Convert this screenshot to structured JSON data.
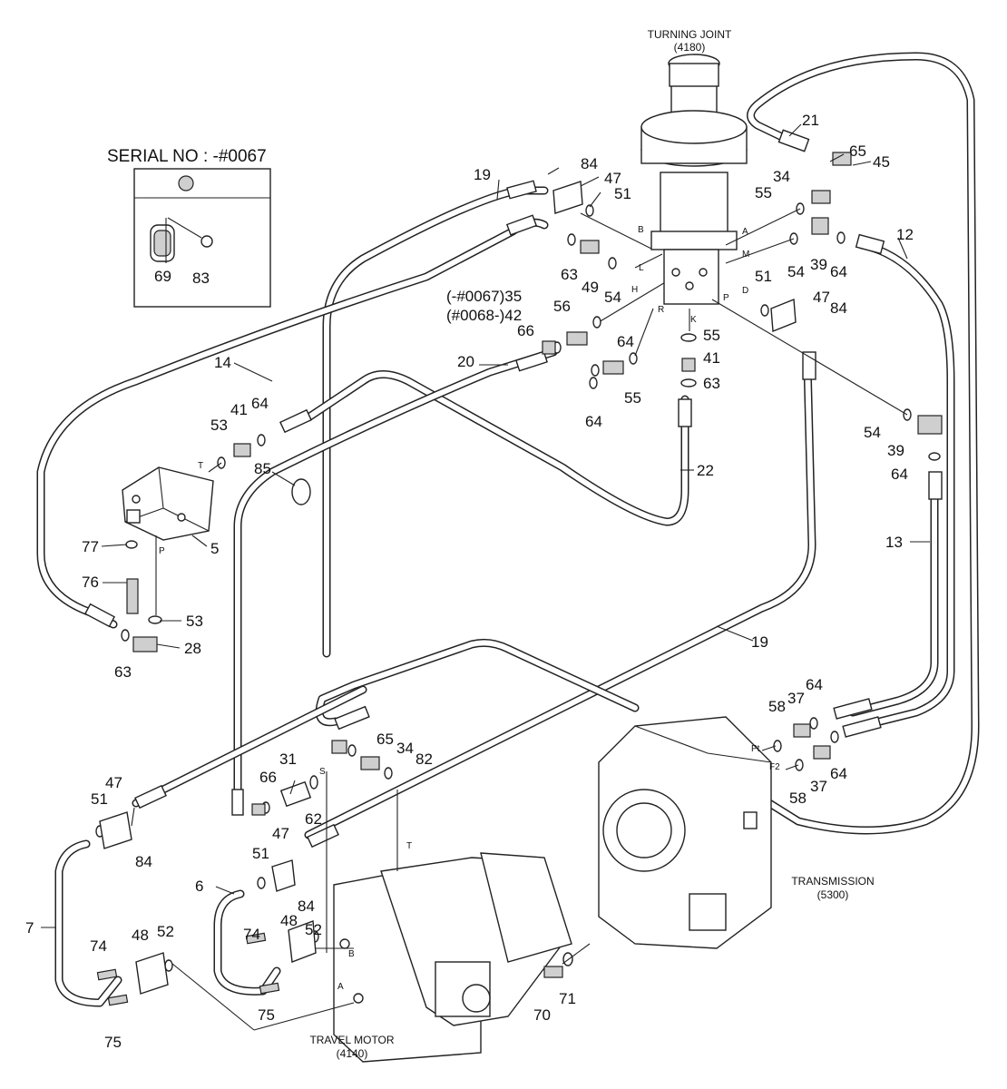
{
  "titles": {
    "turning_joint": "TURNING JOINT",
    "turning_joint_code": "(4180)",
    "transmission": "TRANSMISSION",
    "transmission_code": "(5300)",
    "travel_motor": "TRAVEL MOTOR",
    "travel_motor_code": "(4140)",
    "serial": "SERIAL NO : -#0067"
  },
  "callouts": [
    {
      "id": "c21",
      "text": "21"
    },
    {
      "id": "c65a",
      "text": "65"
    },
    {
      "id": "c45",
      "text": "45"
    },
    {
      "id": "c34a",
      "text": "34"
    },
    {
      "id": "c55a",
      "text": "55"
    },
    {
      "id": "c12",
      "text": "12"
    },
    {
      "id": "c54a",
      "text": "54"
    },
    {
      "id": "c39a",
      "text": "39"
    },
    {
      "id": "c64a",
      "text": "64"
    },
    {
      "id": "c51a",
      "text": "51"
    },
    {
      "id": "c47a",
      "text": "47"
    },
    {
      "id": "c84a",
      "text": "84"
    },
    {
      "id": "c19a",
      "text": "19"
    },
    {
      "id": "c84b",
      "text": "84"
    },
    {
      "id": "c47b",
      "text": "47"
    },
    {
      "id": "c51b",
      "text": "51"
    },
    {
      "id": "c63a",
      "text": "63"
    },
    {
      "id": "c49",
      "text": "49"
    },
    {
      "id": "c54b",
      "text": "54"
    },
    {
      "id": "c35",
      "text": "(-#0067)35"
    },
    {
      "id": "c42",
      "text": "(#0068-)42"
    },
    {
      "id": "c56",
      "text": "56"
    },
    {
      "id": "c66a",
      "text": "66"
    },
    {
      "id": "c55b",
      "text": "55"
    },
    {
      "id": "c41a",
      "text": "41"
    },
    {
      "id": "c63b",
      "text": "63"
    },
    {
      "id": "c64b",
      "text": "64"
    },
    {
      "id": "c55c",
      "text": "55"
    },
    {
      "id": "c64c",
      "text": "64"
    },
    {
      "id": "c20",
      "text": "20"
    },
    {
      "id": "c22",
      "text": "22"
    },
    {
      "id": "c54c",
      "text": "54"
    },
    {
      "id": "c39b",
      "text": "39"
    },
    {
      "id": "c64d",
      "text": "64"
    },
    {
      "id": "c13",
      "text": "13"
    },
    {
      "id": "c14",
      "text": "14"
    },
    {
      "id": "c41b",
      "text": "41"
    },
    {
      "id": "c64e",
      "text": "64"
    },
    {
      "id": "c53a",
      "text": "53"
    },
    {
      "id": "c85",
      "text": "85"
    },
    {
      "id": "c5",
      "text": "5"
    },
    {
      "id": "c77",
      "text": "77"
    },
    {
      "id": "c76",
      "text": "76"
    },
    {
      "id": "c53b",
      "text": "53"
    },
    {
      "id": "c28",
      "text": "28"
    },
    {
      "id": "c63c",
      "text": "63"
    },
    {
      "id": "c19b",
      "text": "19"
    },
    {
      "id": "c64f",
      "text": "64"
    },
    {
      "id": "c58a",
      "text": "58"
    },
    {
      "id": "c37a",
      "text": "37"
    },
    {
      "id": "c64g",
      "text": "64"
    },
    {
      "id": "c37b",
      "text": "37"
    },
    {
      "id": "c58b",
      "text": "58"
    },
    {
      "id": "c65b",
      "text": "65"
    },
    {
      "id": "c34b",
      "text": "34"
    },
    {
      "id": "c82",
      "text": "82"
    },
    {
      "id": "c31",
      "text": "31"
    },
    {
      "id": "c66b",
      "text": "66"
    },
    {
      "id": "c62",
      "text": "62"
    },
    {
      "id": "c47c",
      "text": "47"
    },
    {
      "id": "c51c",
      "text": "51"
    },
    {
      "id": "c84c",
      "text": "84"
    },
    {
      "id": "c7",
      "text": "7"
    },
    {
      "id": "c74a",
      "text": "74"
    },
    {
      "id": "c48a",
      "text": "48"
    },
    {
      "id": "c52a",
      "text": "52"
    },
    {
      "id": "c75a",
      "text": "75"
    },
    {
      "id": "c6",
      "text": "6"
    },
    {
      "id": "c47d",
      "text": "47"
    },
    {
      "id": "c51d",
      "text": "51"
    },
    {
      "id": "c84d",
      "text": "84"
    },
    {
      "id": "c74b",
      "text": "74"
    },
    {
      "id": "c48b",
      "text": "48"
    },
    {
      "id": "c52b",
      "text": "52"
    },
    {
      "id": "c75b",
      "text": "75"
    },
    {
      "id": "c70",
      "text": "70"
    },
    {
      "id": "c71",
      "text": "71"
    },
    {
      "id": "c69",
      "text": "69"
    },
    {
      "id": "c83",
      "text": "83"
    }
  ],
  "ports": [
    {
      "id": "pB",
      "text": "B"
    },
    {
      "id": "pA",
      "text": "A"
    },
    {
      "id": "pM",
      "text": "M"
    },
    {
      "id": "pL",
      "text": "L"
    },
    {
      "id": "pH",
      "text": "H"
    },
    {
      "id": "pD",
      "text": "D"
    },
    {
      "id": "pP",
      "text": "P"
    },
    {
      "id": "pR",
      "text": "R"
    },
    {
      "id": "pK",
      "text": "K"
    },
    {
      "id": "pT1",
      "text": "T"
    },
    {
      "id": "pP2",
      "text": "P"
    },
    {
      "id": "pPt",
      "text": "Pt"
    },
    {
      "id": "pF2",
      "text": "F2"
    },
    {
      "id": "pS",
      "text": "S"
    },
    {
      "id": "pB2",
      "text": "B"
    },
    {
      "id": "pA2",
      "text": "A"
    },
    {
      "id": "pT2",
      "text": "T"
    }
  ]
}
